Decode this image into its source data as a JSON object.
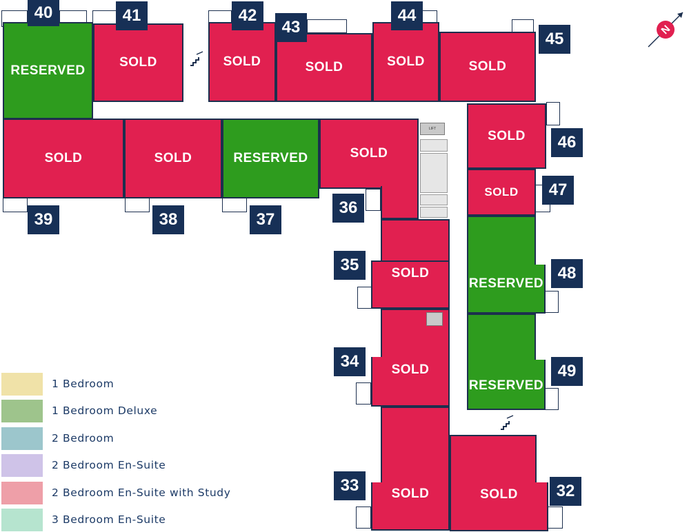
{
  "units": [
    {
      "id": "u40",
      "number": "40",
      "status": "RESERVED"
    },
    {
      "id": "u41",
      "number": "41",
      "status": "SOLD"
    },
    {
      "id": "u42",
      "number": "42",
      "status": "SOLD"
    },
    {
      "id": "u43",
      "number": "43",
      "status": "SOLD"
    },
    {
      "id": "u44",
      "number": "44",
      "status": "SOLD"
    },
    {
      "id": "u45",
      "number": "45",
      "status": "SOLD"
    },
    {
      "id": "u39",
      "number": "39",
      "status": "SOLD"
    },
    {
      "id": "u38",
      "number": "38",
      "status": "SOLD"
    },
    {
      "id": "u37",
      "number": "37",
      "status": "RESERVED"
    },
    {
      "id": "u36",
      "number": "36",
      "status": "SOLD"
    },
    {
      "id": "u46",
      "number": "46",
      "status": "SOLD"
    },
    {
      "id": "u47",
      "number": "47",
      "status": "SOLD"
    },
    {
      "id": "u35",
      "number": "35",
      "status": "SOLD"
    },
    {
      "id": "u48",
      "number": "48",
      "status": "RESERVED"
    },
    {
      "id": "u34",
      "number": "34",
      "status": "SOLD"
    },
    {
      "id": "u49",
      "number": "49",
      "status": "RESERVED"
    },
    {
      "id": "u33",
      "number": "33",
      "status": "SOLD"
    },
    {
      "id": "u32",
      "number": "32",
      "status": "SOLD"
    }
  ],
  "legend": [
    {
      "label": "1 Bedroom",
      "color": "#f0e2a8"
    },
    {
      "label": "1 Bedroom Deluxe",
      "color": "#9ec48c"
    },
    {
      "label": "2 Bedroom",
      "color": "#9cc6cc"
    },
    {
      "label": "2 Bedroom En-Suite",
      "color": "#cfc3e8"
    },
    {
      "label": "2 Bedroom En-Suite with Study",
      "color": "#ee9fa8"
    },
    {
      "label": "3 Bedroom En-Suite",
      "color": "#b6e4cf"
    }
  ],
  "colors": {
    "sold": "#e12050",
    "reserved": "#2e9c1e",
    "badge": "#173056",
    "compass": "#e12050"
  },
  "compass": {
    "letter": "N",
    "icon": "north-arrow-icon"
  },
  "stairs": {
    "icon": "stairs-icon"
  },
  "lift": {
    "label": "LIFT"
  }
}
